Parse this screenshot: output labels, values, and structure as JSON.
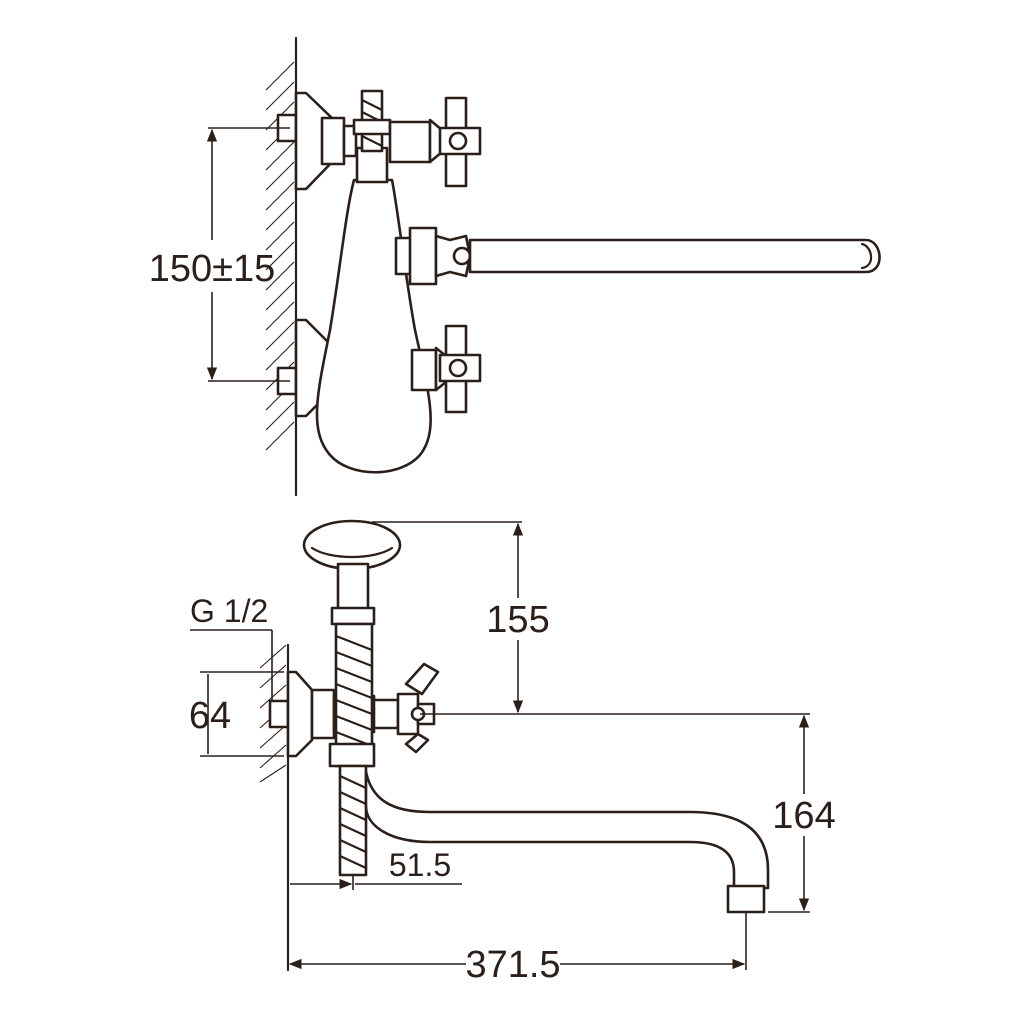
{
  "dimensions": {
    "inlet_spacing": "150±15",
    "thread": "G 1/2",
    "body_depth": "64",
    "shower_height": "155",
    "spout_drop": "164",
    "hose_offset": "51.5",
    "spout_reach": "371.5"
  },
  "colors": {
    "line": "#2b1f1a",
    "background": "#ffffff"
  }
}
